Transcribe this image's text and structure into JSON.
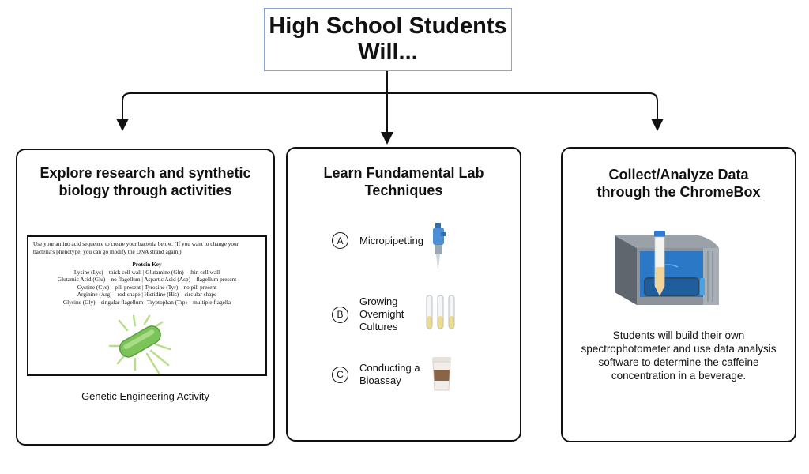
{
  "title": "High School Students Will...",
  "cards": [
    {
      "title": "Explore research and synthetic biology through activities",
      "document": {
        "intro": "Use your amino acid sequence to create your bacteria below. (If you want to change your bacteria's phenotype, you can go modify the DNA strand again.)",
        "key_title": "Protein Key",
        "key_lines": [
          "Lysine (Lys) – thick cell wall | Glutamine (Gln) – thin cell wall",
          "Glutamic Acid (Glu) – no flagellum | Aspartic Acid (Asp) – flagellum present",
          "Cystine (Cys) – pili present | Tyrosine (Tyr) – no pili present",
          "Arginine (Arg) – rod-shape | Histidine (His) – circular shape",
          "Glycine (Gly) – singular flagellum | Tryptophan (Trp) – multiple flagella"
        ]
      },
      "caption": "Genetic Engineering Activity"
    },
    {
      "title": "Learn Fundamental Lab Techniques",
      "steps": [
        {
          "letter": "A",
          "label": "Micropipetting",
          "icon": "micropipette-icon"
        },
        {
          "letter": "B",
          "label": "Growing Overnight Cultures",
          "icon": "culture-tubes-icon"
        },
        {
          "letter": "C",
          "label": "Conducting a Bioassay",
          "icon": "coffee-cup-icon"
        }
      ]
    },
    {
      "title": "Collect/Analyze Data through the ChromeBox",
      "text": "Students will build their own spectrophotometer and use data analysis software to determine the caffeine concentration in a beverage."
    }
  ]
}
